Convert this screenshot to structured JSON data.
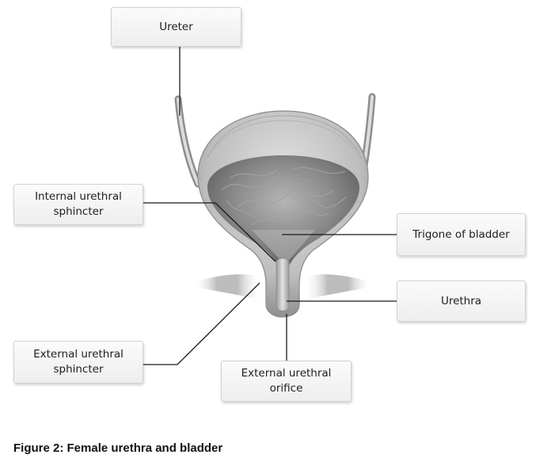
{
  "labels": {
    "ureter": "Ureter",
    "internal_sphincter_line1": "Internal urethral",
    "internal_sphincter_line2": "sphincter",
    "trigone": "Trigone of bladder",
    "urethra": "Urethra",
    "external_sphincter_line1": "External urethral",
    "external_sphincter_line2": "sphincter",
    "external_orifice_line1": "External urethral",
    "external_orifice_line2": "orifice"
  },
  "caption": "Figure 2:  Female urethra and bladder",
  "colors": {
    "leader_line": "#1a1a1a",
    "bladder_wall": "#c9c9c9",
    "bladder_interior": "#7d7d7d",
    "box_fill": "#f4f4f4",
    "box_border": "#d2d2d2"
  }
}
